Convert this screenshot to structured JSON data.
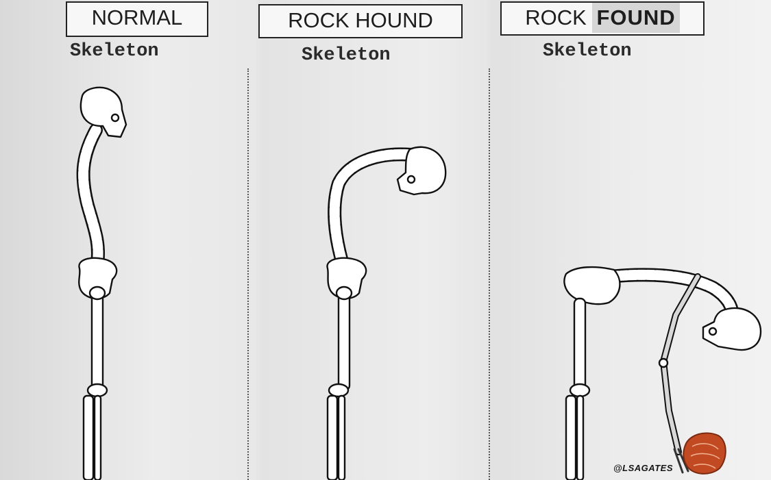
{
  "panels": [
    {
      "title": "NORMAL",
      "subtitle": "Skeleton"
    },
    {
      "title": "ROCK HOUND",
      "subtitle": "Skeleton"
    },
    {
      "title_prefix": "ROCK",
      "title_emphasis": "FOUND",
      "subtitle": "Skeleton"
    }
  ],
  "watermark": "@LSAGATES",
  "colors": {
    "background": "#e6e6e6",
    "ink": "#1d1d1d",
    "rock": "#c24a22"
  }
}
